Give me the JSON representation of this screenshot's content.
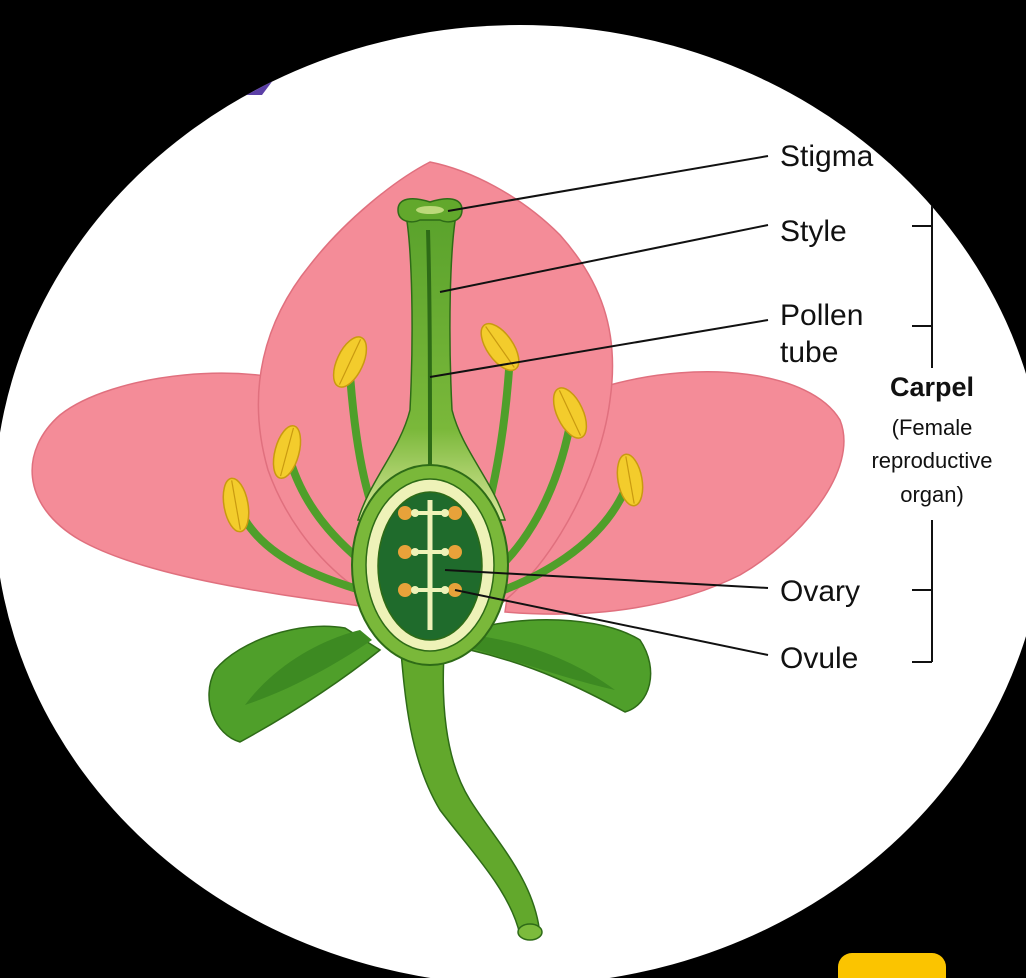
{
  "diagram": {
    "labels": {
      "stigma": "Stigma",
      "style": "Style",
      "pollen_line1": "Pollen",
      "pollen_line2": "tube",
      "ovary": "Ovary",
      "ovule": "Ovule"
    },
    "group": {
      "title": "Carpel",
      "desc_line1": "(Female",
      "desc_line2": "reproductive",
      "desc_line3": "organ)"
    }
  },
  "colors": {
    "background": "#000000",
    "disc": "#ffffff",
    "petal": "#f48c98",
    "stem": "#62a82c",
    "leaf": "#4f9f2a",
    "anther": "#f3cc2c",
    "ovary_inner": "#1f6b2c",
    "ovary_rim": "#eef2b8",
    "accent_purple": "#5b3fa6",
    "accent_yellow": "#fbc400"
  }
}
